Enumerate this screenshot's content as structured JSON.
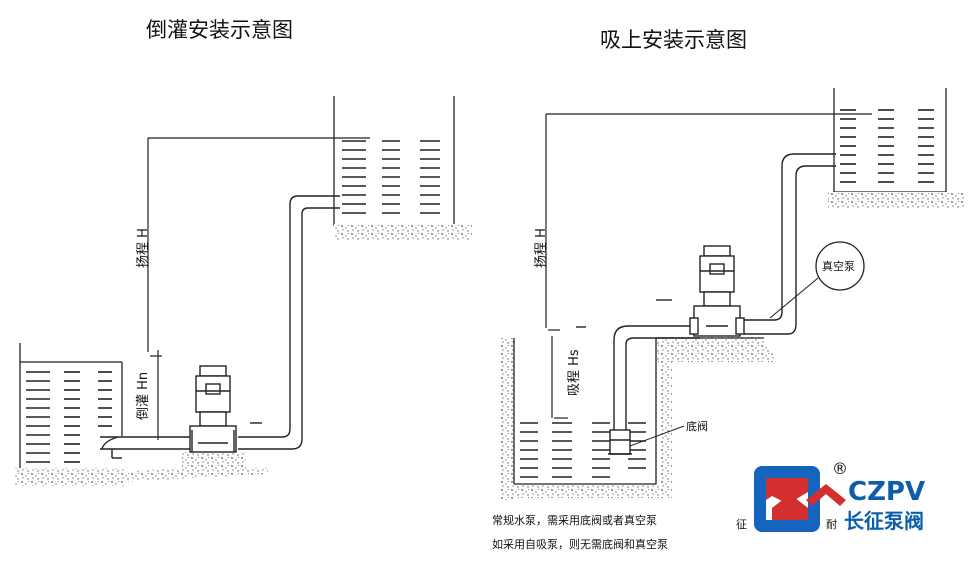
{
  "left_diagram": {
    "title": "倒灌安装示意图",
    "head_label": "扬程 H",
    "inflow_label": "倒灌 Hn"
  },
  "right_diagram": {
    "title": "吸上安装示意图",
    "head_label": "扬程 H",
    "suction_label": "吸程 Hs",
    "vacuum_pump_label": "真空泵",
    "foot_valve_label": "底阀"
  },
  "notes": [
    "常规水泵，需采用底阀或者真空泵",
    "如采用自吸泵，则无需底阀和真空泵"
  ],
  "logo": {
    "en": "CZPV",
    "cn": "长征泵阀",
    "reg_mark": "®",
    "fragment_left": "征",
    "fragment_right": "耐"
  }
}
